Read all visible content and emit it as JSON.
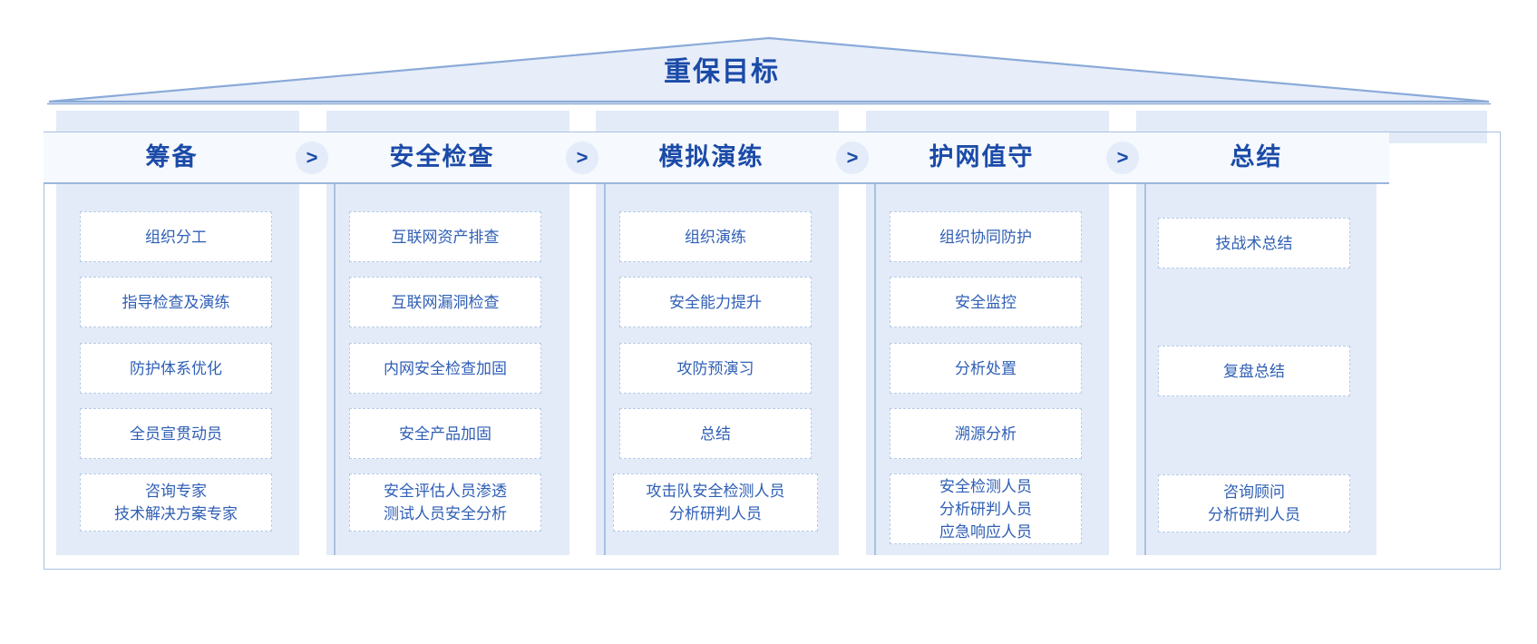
{
  "goal": {
    "label": "重保目标"
  },
  "separator_icon": ">",
  "colors": {
    "accent": "#1b4ba8",
    "item_text": "#2f5fb5",
    "panel_bg": "#e3ebf8",
    "header_bg": "#f6f9fd",
    "border": "#a9c0e2",
    "dashed_border": "#b6cbe8"
  },
  "phases": [
    {
      "title": "筹备",
      "items": [
        "组织分工",
        "指导检查及演练",
        "防护体系优化",
        "全员宣贯动员",
        "咨询专家\n技术解决方案专家"
      ]
    },
    {
      "title": "安全检查",
      "items": [
        "互联网资产排查",
        "互联网漏洞检查",
        "内网安全检查加固",
        "安全产品加固",
        "安全评估人员渗透\n测试人员安全分析"
      ]
    },
    {
      "title": "模拟演练",
      "items": [
        "组织演练",
        "安全能力提升",
        "攻防预演习",
        "总结",
        "攻击队安全检测人员\n分析研判人员"
      ]
    },
    {
      "title": "护网值守",
      "items": [
        "组织协同防护",
        "安全监控",
        "分析处置",
        "溯源分析",
        "安全检测人员\n分析研判人员\n应急响应人员"
      ]
    },
    {
      "title": "总结",
      "items": [
        "技战术总结",
        "复盘总结",
        "咨询顾问\n分析研判人员"
      ]
    }
  ]
}
